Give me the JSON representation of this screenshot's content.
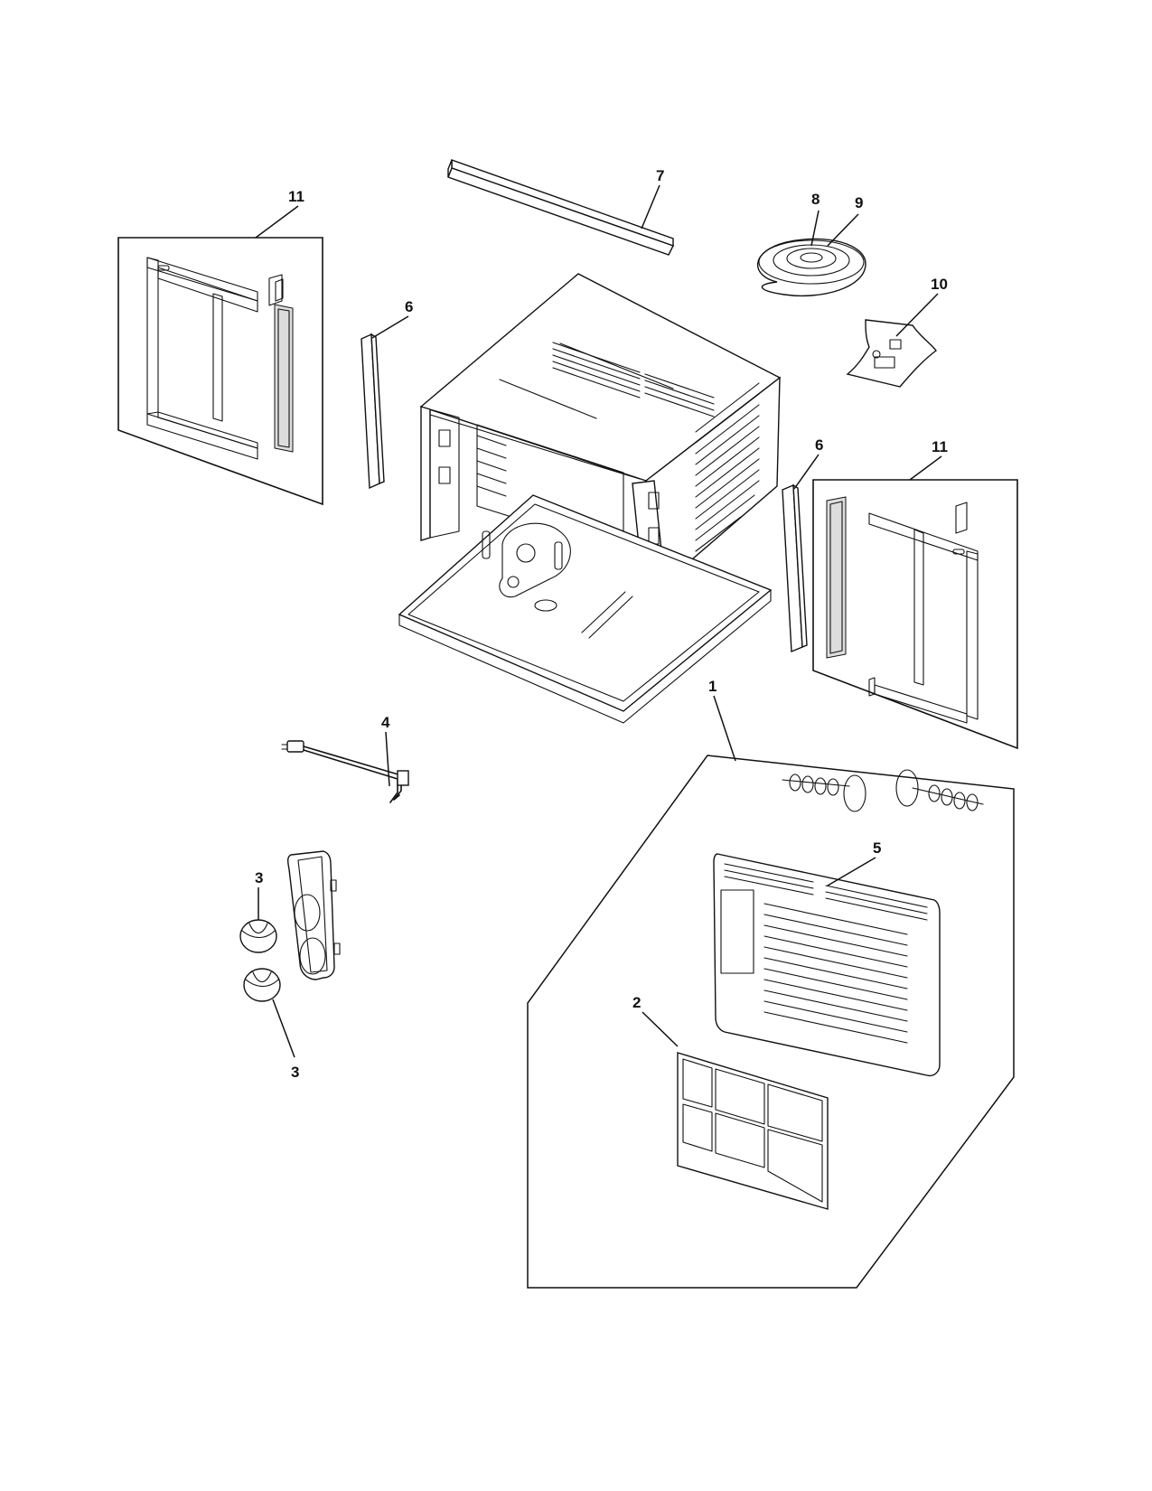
{
  "callouts": {
    "c1": "1",
    "c2": "2",
    "c3a": "3",
    "c3b": "3",
    "c4": "4",
    "c5": "5",
    "c6a": "6",
    "c6b": "6",
    "c7": "7",
    "c8": "8",
    "c9": "9",
    "c10": "10",
    "c11a": "11",
    "c11b": "11"
  }
}
